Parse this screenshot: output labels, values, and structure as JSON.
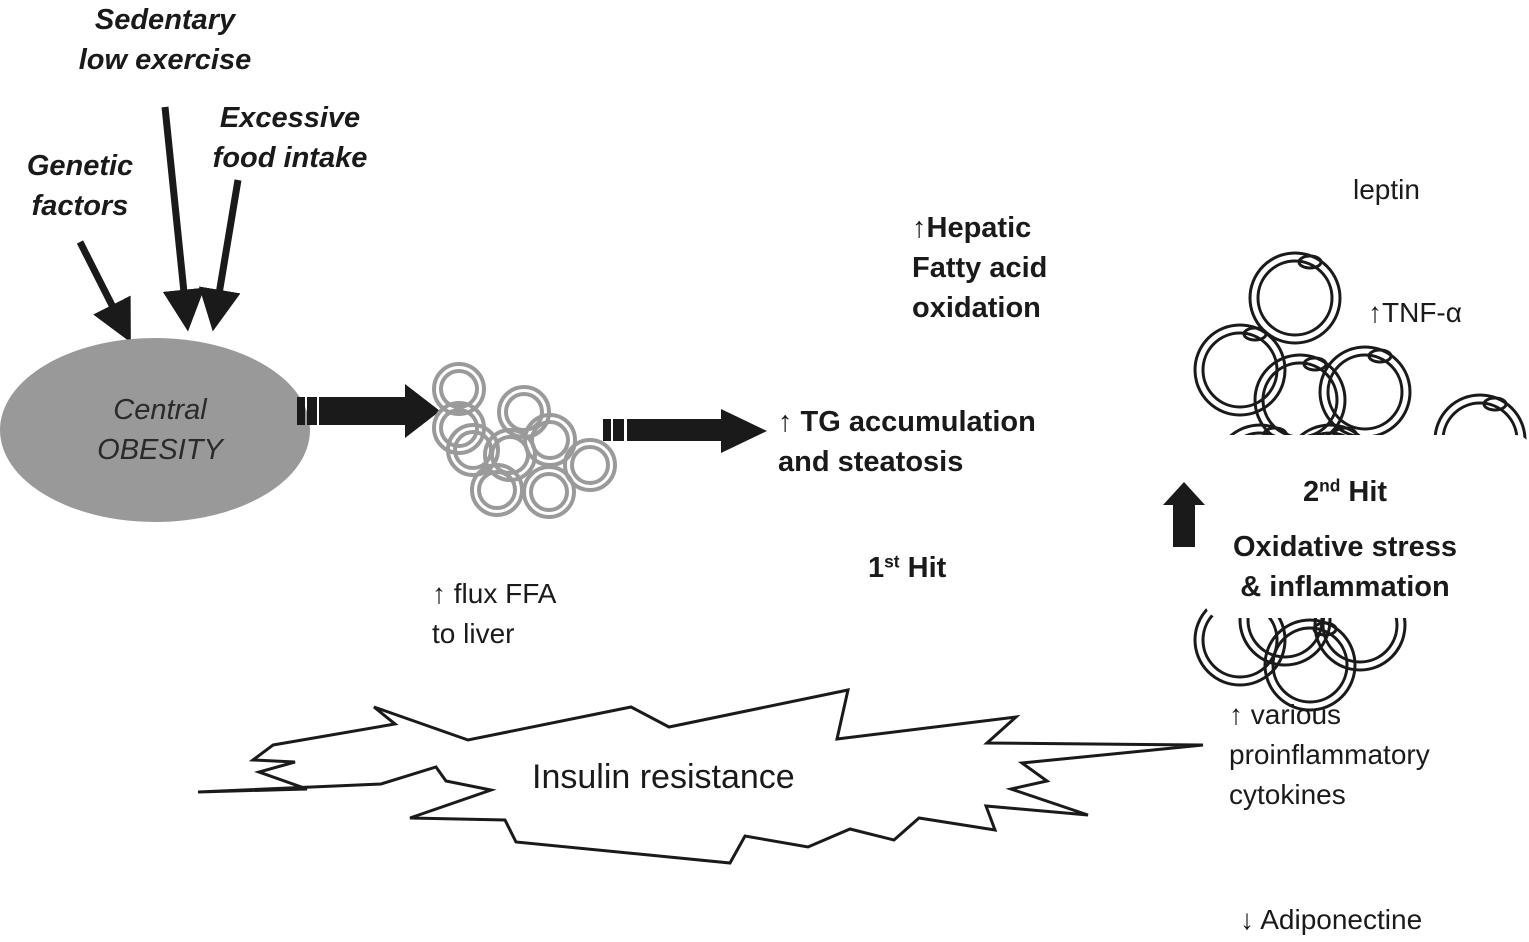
{
  "diagram": {
    "title": "Two-hit model of NAFLD pathogenesis from central obesity",
    "colors": {
      "ink": "#1a1a1a",
      "obesity_fill": "#999999",
      "ffa_cells": "#9a9a9a",
      "adipocytes": "#1a1a1a",
      "background": "#ffffff"
    },
    "risk_factors": [
      {
        "line1": "Genetic",
        "line2": "factors"
      },
      {
        "line1": "Sedentary",
        "line2": "low exercise"
      },
      {
        "line1": "Excessive",
        "line2": "food intake"
      }
    ],
    "obesity": {
      "line1": "Central",
      "line2": "OBESITY"
    },
    "ffa": {
      "line1": "↑ flux FFA",
      "line2": "to liver"
    },
    "tg": {
      "line1": "↑ TG accumulation",
      "line2": "and steatosis"
    },
    "hepatic": {
      "line1": "↑Hepatic",
      "line2": "Fatty acid",
      "line3": "oxidation"
    },
    "first_hit": {
      "num": "1",
      "sup": "st",
      "label": " Hit"
    },
    "second_hit": {
      "num": "2",
      "sup": "nd",
      "label": " Hit",
      "line1": "Oxidative stress",
      "line2": "& inflammation"
    },
    "leptin": "leptin",
    "tnf": "↑TNF-α",
    "cytokines": {
      "line1": "↑ various",
      "line2": "proinflammatory",
      "line3": "cytokines"
    },
    "adiponectine": "↓ Adiponectine",
    "insulin_resistance": "Insulin resistance",
    "icons": {
      "risk_arrows": "arrow-down-icon",
      "flow_arrows": "block-arrow-right-icon",
      "up_arrow": "block-arrow-up-icon",
      "ffa_cells": "lipid-droplet-cluster-icon",
      "adipocytes": "adipocyte-cluster-icon",
      "burst": "starburst-shape"
    }
  }
}
